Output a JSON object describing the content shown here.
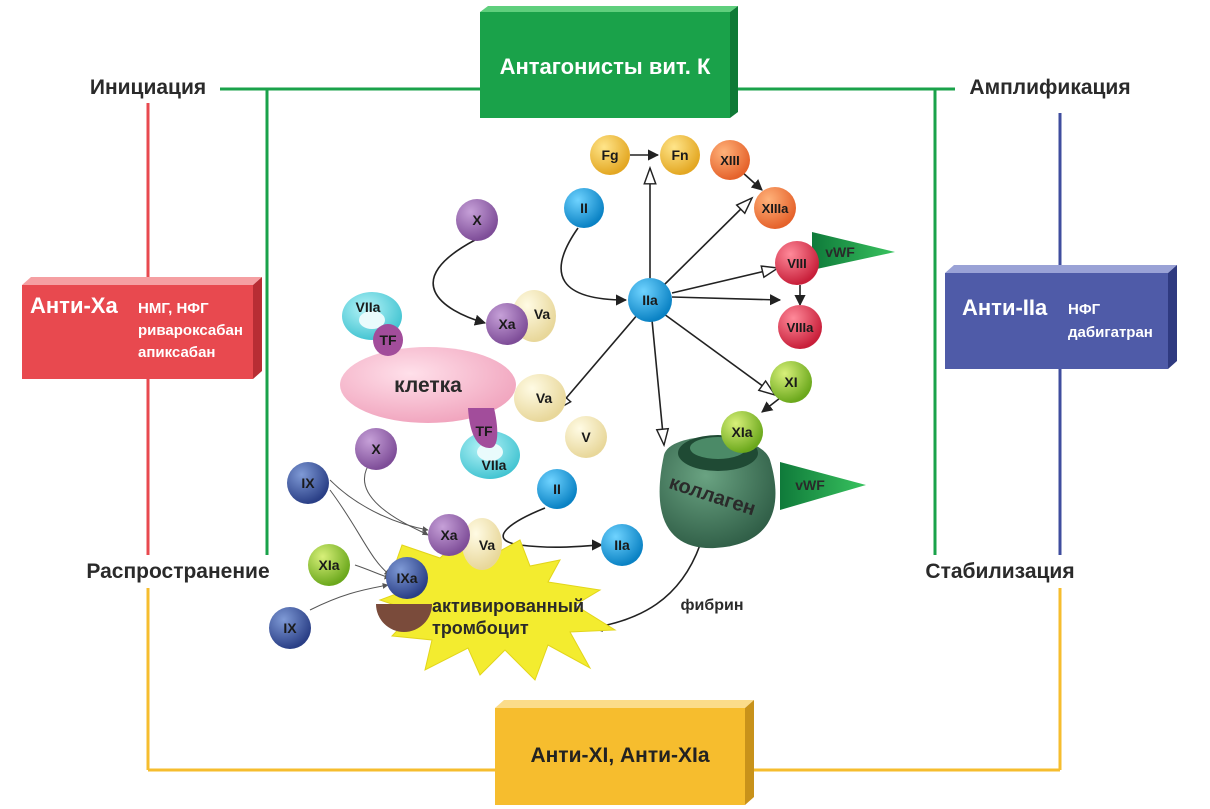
{
  "phases": {
    "initiation": "Инициация",
    "amplification": "Амплификация",
    "propagation": "Распространение",
    "stabilization": "Стабилизация"
  },
  "boxes": {
    "vitk": {
      "title": "Антагонисты вит. К",
      "color": "#1aa24a"
    },
    "antixa": {
      "title": "Анти-Ха",
      "lines": [
        "НМГ, НФГ",
        "ривароксабан",
        "апиксабан"
      ],
      "color": "#e8494f"
    },
    "antiiia": {
      "title": "Анти-IIa",
      "lines": [
        "НФГ",
        "дабигатран"
      ],
      "color": "#4f5ba8"
    },
    "antixi": {
      "title": "Анти-XI, Анти-XIa",
      "color": "#f6bd2e"
    }
  },
  "line_colors": {
    "red": "#e8494f",
    "green": "#1aa24a",
    "blue": "#3f4d9e",
    "yellow": "#f6bd2e"
  },
  "labels": {
    "cell": "клетка",
    "collagen": "коллаген",
    "platelet": [
      "активированный",
      "тромбоцит"
    ],
    "fibrin": "фибрин"
  },
  "factors": {
    "Fg": "Fg",
    "Fn": "Fn",
    "XIII": "XIII",
    "XIIIa": "XIIIa",
    "II_top": "II",
    "X_top": "X",
    "IIa_center": "IIa",
    "Xa_top": "Xa",
    "Va_top": "Va",
    "VIIa_top": "VIIa",
    "TF_top": "TF",
    "VIII": "VIII",
    "vWF_top": "vWF",
    "VIIIa": "VIIIa",
    "Va_mid": "Va",
    "V": "V",
    "XI": "XI",
    "XIa_right": "XIa",
    "TF_bottom": "TF",
    "VIIa_bottom": "VIIa",
    "vWF_bottom": "vWF",
    "X_bottom": "X",
    "IX_top": "IX",
    "II_bottom": "II",
    "Xa_bottom": "Xa",
    "Va_bottom": "Va",
    "IIa_bottom": "IIa",
    "XIa_left": "XIa",
    "IXa": "IXa",
    "IX_bottom": "IX"
  }
}
